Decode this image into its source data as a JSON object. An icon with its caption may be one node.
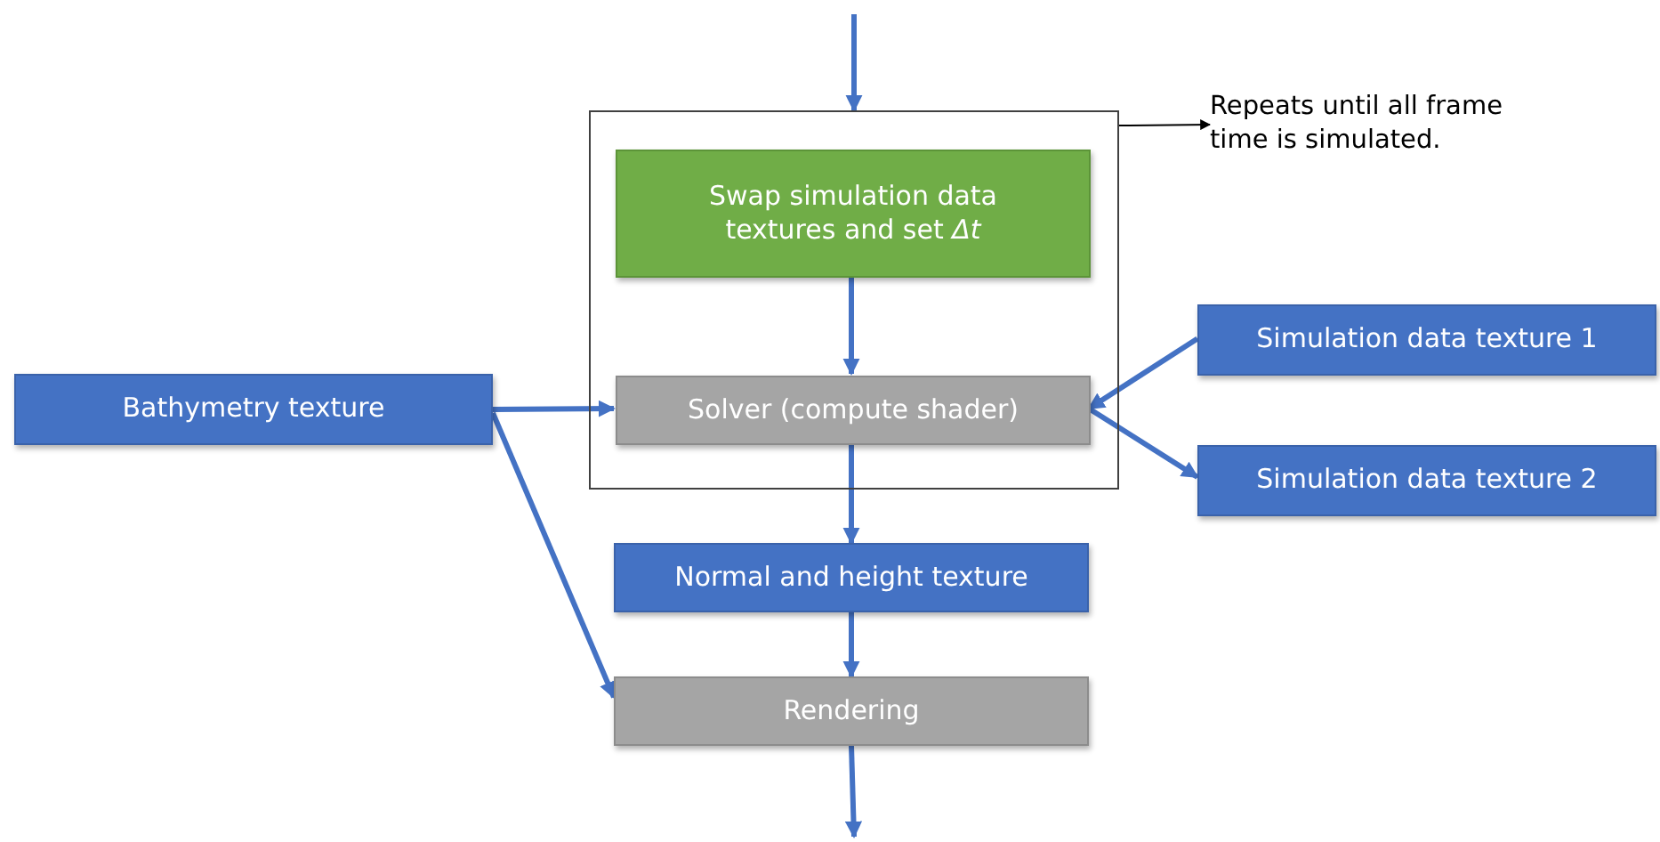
{
  "diagram": {
    "nodes": [
      {
        "text": [],
        "shape": "box"
      },
      {
        "text": [
          "Swap simulation data textures and set *Δt*"
        ],
        "in": 0
      },
      {
        "text": [
          "Solver (compute shader)"
        ],
        "in": 0
      },
      {
        "text": [
          "Bathymetry texture"
        ]
      },
      {
        "text": [
          "Simulation data texture 1"
        ]
      },
      {
        "text": [
          "Simulation data texture 2"
        ]
      },
      {
        "text": [
          "Normal and height texture"
        ]
      },
      {
        "text": [
          "Rendering"
        ]
      },
      {
        "text": [
          "Repeats until all frame time is simulated."
        ]
      }
    ],
    "edges": [
      {
        "from": null,
        "to": 0,
        "arrow": "to"
      },
      {
        "from": 1,
        "to": 2,
        "arrow": "to"
      },
      {
        "from": 3,
        "to": 2,
        "arrow": "to"
      },
      {
        "from": 3,
        "to": 7,
        "arrow": "to"
      },
      {
        "from": 4,
        "to": 2,
        "arrow": "to"
      },
      {
        "from": 2,
        "to": 5,
        "arrow": "to"
      },
      {
        "from": 2,
        "to": 6,
        "arrow": "to"
      },
      {
        "from": 6,
        "to": 7,
        "arrow": "to"
      },
      {
        "from": 7,
        "to": null,
        "arrow": "to"
      },
      {
        "from": 0,
        "to": 8,
        "arrow": "to",
        "color": "#000000"
      }
    ]
  }
}
